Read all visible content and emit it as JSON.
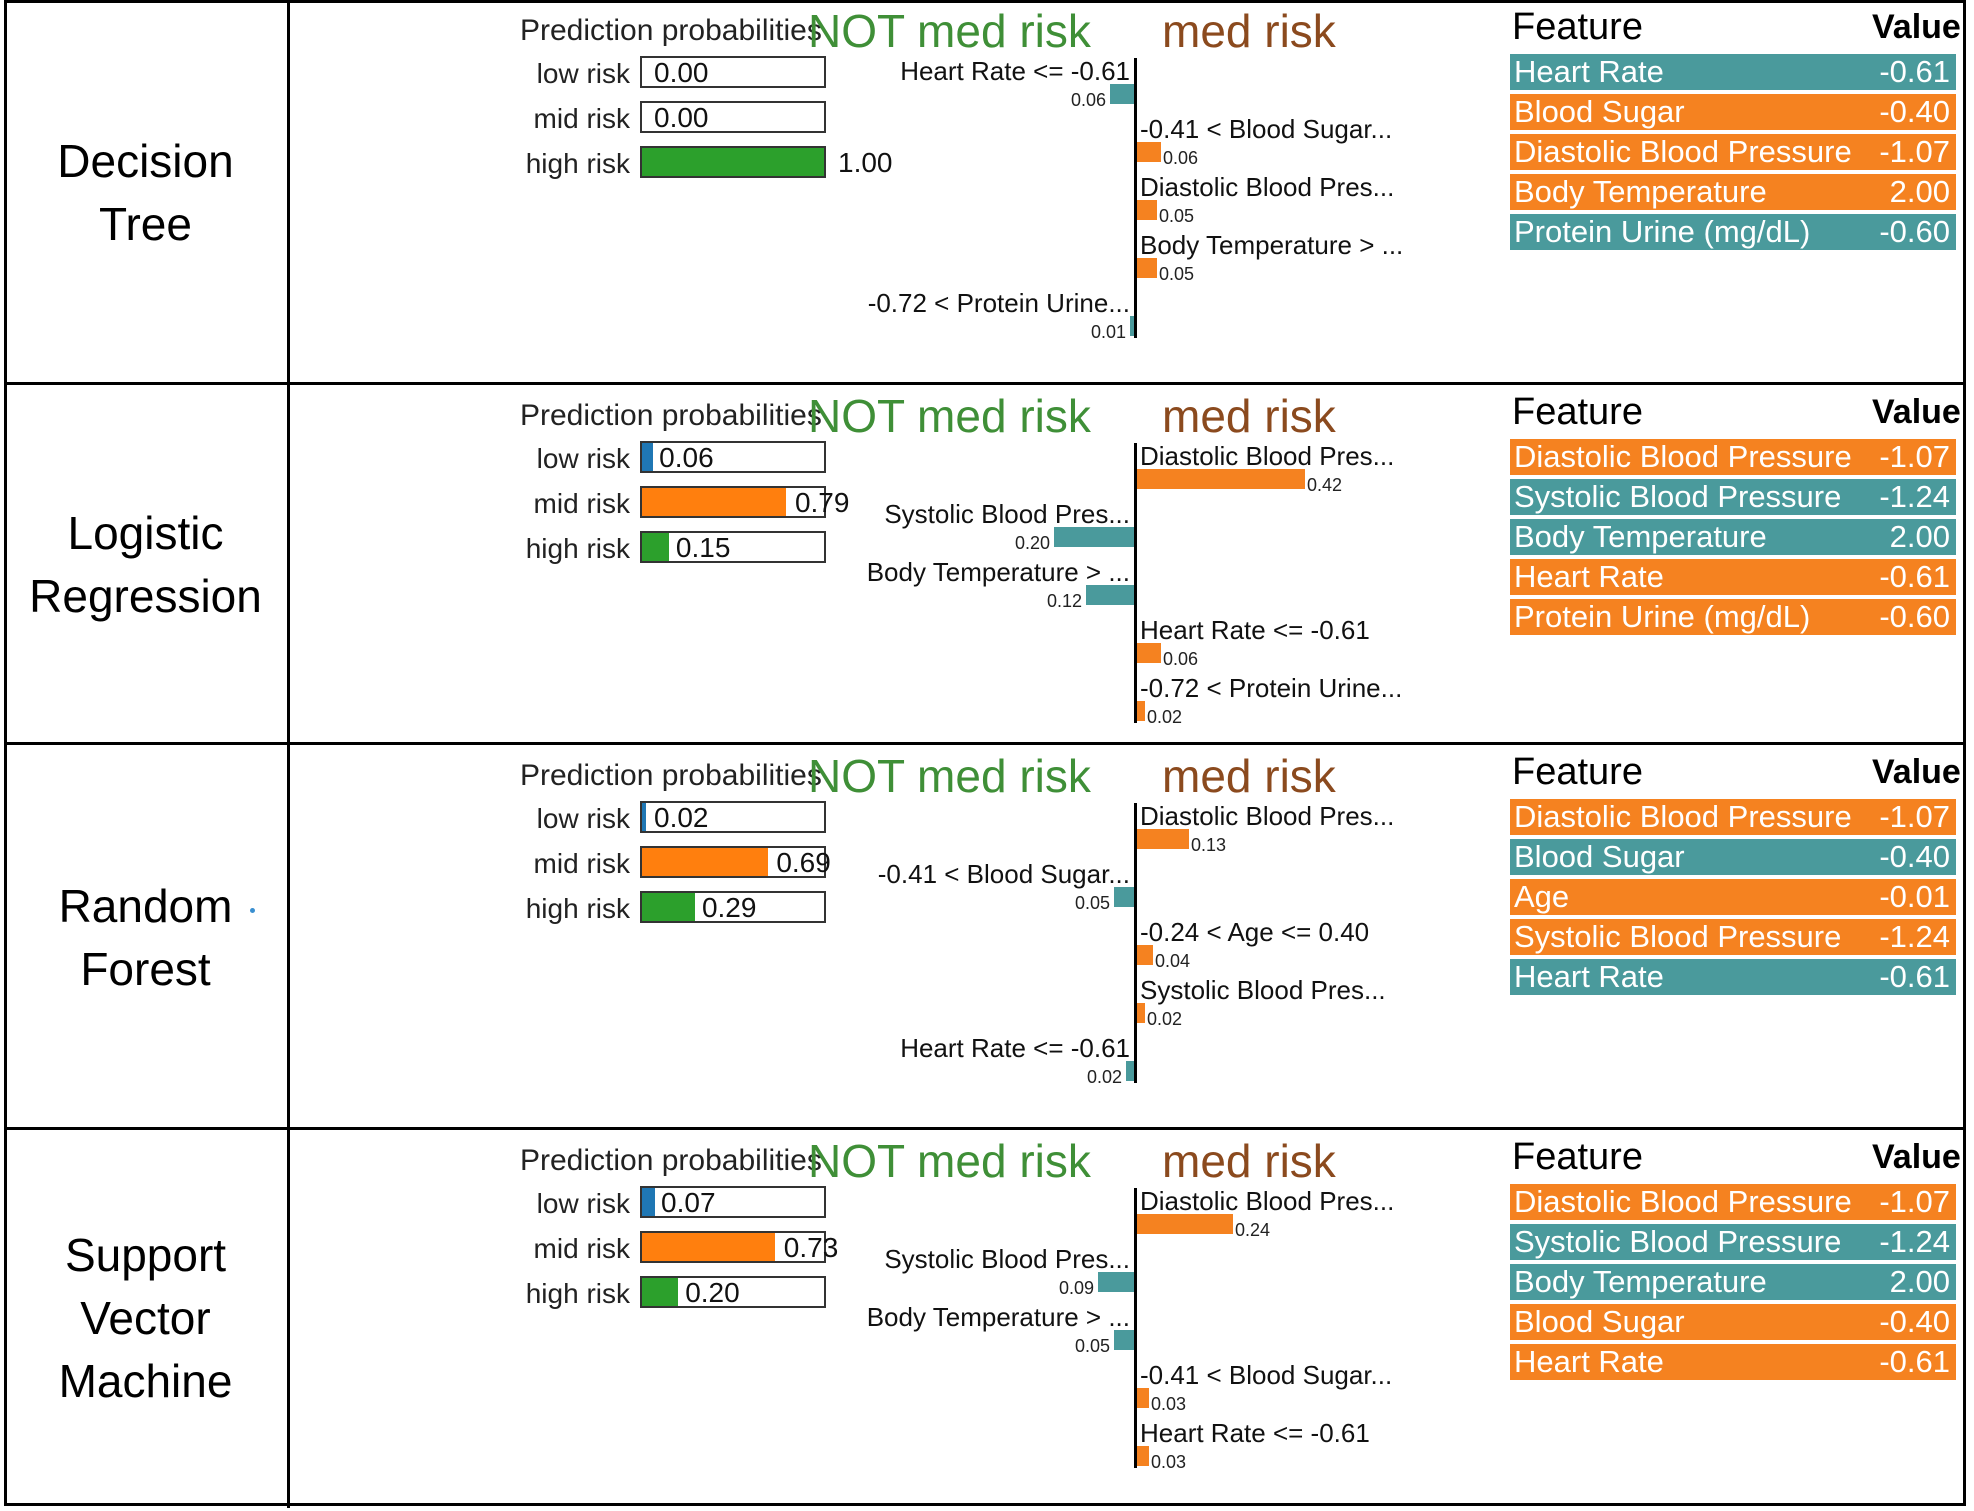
{
  "colors": {
    "low": "#1f77b4",
    "mid": "#ff7f0e",
    "high": "#2ca02c",
    "teal": "#4a9a9c",
    "orange": "#f58220",
    "not_text": "#3f8f37",
    "med_text": "#8b4a1e"
  },
  "chart_data": [
    {
      "type": "bar",
      "model": [
        "Decision",
        "Tree"
      ],
      "probabilities_title": "Prediction probabilities",
      "probabilities": [
        {
          "label": "low risk",
          "value": 0.0,
          "text": "0.00"
        },
        {
          "label": "mid risk",
          "value": 0.0,
          "text": "0.00"
        },
        {
          "label": "high risk",
          "value": 1.0,
          "text": "1.00"
        }
      ],
      "class_negative": "NOT med risk",
      "class_positive": "med risk",
      "contributions": [
        {
          "label": "Heart Rate <= -0.61",
          "weight": -0.06,
          "text": "0.06"
        },
        {
          "label": "-0.41 < Blood Sugar...",
          "weight": 0.06,
          "text": "0.06"
        },
        {
          "label": "Diastolic Blood Pres...",
          "weight": 0.05,
          "text": "0.05"
        },
        {
          "label": "Body Temperature > ...",
          "weight": 0.05,
          "text": "0.05"
        },
        {
          "label": "-0.72 < Protein Urine...",
          "weight": -0.01,
          "text": "0.01"
        }
      ],
      "feature_header": "Feature",
      "value_header": "Value",
      "features": [
        {
          "name": "Heart Rate",
          "value": "-0.61",
          "color": "teal"
        },
        {
          "name": "Blood Sugar",
          "value": "-0.40",
          "color": "orange"
        },
        {
          "name": "Diastolic Blood Pressure",
          "value": "-1.07",
          "color": "orange"
        },
        {
          "name": "Body Temperature",
          "value": "2.00",
          "color": "orange"
        },
        {
          "name": "Protein Urine (mg/dL)",
          "value": "-0.60",
          "color": "teal"
        }
      ]
    },
    {
      "type": "bar",
      "model": [
        "Logistic",
        "Regression"
      ],
      "probabilities_title": "Prediction probabilities",
      "probabilities": [
        {
          "label": "low risk",
          "value": 0.06,
          "text": "0.06"
        },
        {
          "label": "mid risk",
          "value": 0.79,
          "text": "0.79"
        },
        {
          "label": "high risk",
          "value": 0.15,
          "text": "0.15"
        }
      ],
      "class_negative": "NOT med risk",
      "class_positive": "med risk",
      "contributions": [
        {
          "label": "Diastolic Blood Pres...",
          "weight": 0.42,
          "text": "0.42"
        },
        {
          "label": "Systolic Blood Pres...",
          "weight": -0.2,
          "text": "0.20"
        },
        {
          "label": "Body Temperature > ...",
          "weight": -0.12,
          "text": "0.12"
        },
        {
          "label": "Heart Rate <= -0.61",
          "weight": 0.06,
          "text": "0.06"
        },
        {
          "label": "-0.72 < Protein Urine...",
          "weight": 0.02,
          "text": "0.02"
        }
      ],
      "feature_header": "Feature",
      "value_header": "Value",
      "features": [
        {
          "name": "Diastolic Blood Pressure",
          "value": "-1.07",
          "color": "orange"
        },
        {
          "name": "Systolic Blood Pressure",
          "value": "-1.24",
          "color": "teal"
        },
        {
          "name": "Body Temperature",
          "value": "2.00",
          "color": "teal"
        },
        {
          "name": "Heart Rate",
          "value": "-0.61",
          "color": "orange"
        },
        {
          "name": "Protein Urine (mg/dL)",
          "value": "-0.60",
          "color": "orange"
        }
      ]
    },
    {
      "type": "bar",
      "model": [
        "Random",
        "Forest"
      ],
      "probabilities_title": "Prediction probabilities",
      "probabilities": [
        {
          "label": "low risk",
          "value": 0.02,
          "text": "0.02"
        },
        {
          "label": "mid risk",
          "value": 0.69,
          "text": "0.69"
        },
        {
          "label": "high risk",
          "value": 0.29,
          "text": "0.29"
        }
      ],
      "class_negative": "NOT med risk",
      "class_positive": "med risk",
      "contributions": [
        {
          "label": "Diastolic Blood Pres...",
          "weight": 0.13,
          "text": "0.13"
        },
        {
          "label": "-0.41 < Blood Sugar...",
          "weight": -0.05,
          "text": "0.05"
        },
        {
          "label": "-0.24 < Age <= 0.40",
          "weight": 0.04,
          "text": "0.04"
        },
        {
          "label": "Systolic Blood Pres...",
          "weight": 0.02,
          "text": "0.02"
        },
        {
          "label": "Heart Rate <= -0.61",
          "weight": -0.02,
          "text": "0.02"
        }
      ],
      "feature_header": "Feature",
      "value_header": "Value",
      "features": [
        {
          "name": "Diastolic Blood Pressure",
          "value": "-1.07",
          "color": "orange"
        },
        {
          "name": "Blood Sugar",
          "value": "-0.40",
          "color": "teal"
        },
        {
          "name": "Age",
          "value": "-0.01",
          "color": "orange"
        },
        {
          "name": "Systolic Blood Pressure",
          "value": "-1.24",
          "color": "orange"
        },
        {
          "name": "Heart Rate",
          "value": "-0.61",
          "color": "teal"
        }
      ]
    },
    {
      "type": "bar",
      "model": [
        "Support",
        "Vector",
        "Machine"
      ],
      "probabilities_title": "Prediction probabilities",
      "probabilities": [
        {
          "label": "low risk",
          "value": 0.07,
          "text": "0.07"
        },
        {
          "label": "mid risk",
          "value": 0.73,
          "text": "0.73"
        },
        {
          "label": "high risk",
          "value": 0.2,
          "text": "0.20"
        }
      ],
      "class_negative": "NOT med risk",
      "class_positive": "med risk",
      "contributions": [
        {
          "label": "Diastolic Blood Pres...",
          "weight": 0.24,
          "text": "0.24"
        },
        {
          "label": "Systolic Blood Pres...",
          "weight": -0.09,
          "text": "0.09"
        },
        {
          "label": "Body Temperature > ...",
          "weight": -0.05,
          "text": "0.05"
        },
        {
          "label": "-0.41 < Blood Sugar...",
          "weight": 0.03,
          "text": "0.03"
        },
        {
          "label": "Heart Rate <= -0.61",
          "weight": 0.03,
          "text": "0.03"
        }
      ],
      "feature_header": "Feature",
      "value_header": "Value",
      "features": [
        {
          "name": "Diastolic Blood Pressure",
          "value": "-1.07",
          "color": "orange"
        },
        {
          "name": "Systolic Blood Pressure",
          "value": "-1.24",
          "color": "teal"
        },
        {
          "name": "Body Temperature",
          "value": "2.00",
          "color": "teal"
        },
        {
          "name": "Blood Sugar",
          "value": "-0.40",
          "color": "orange"
        },
        {
          "name": "Heart Rate",
          "value": "-0.61",
          "color": "orange"
        }
      ]
    }
  ]
}
